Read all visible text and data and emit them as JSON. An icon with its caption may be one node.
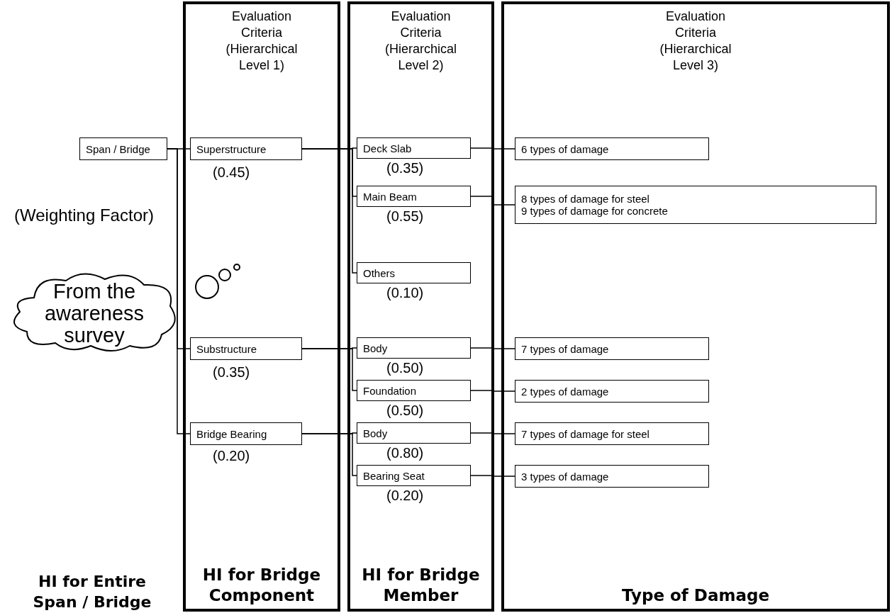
{
  "diagram": {
    "nodes": [
      {
        "text": [
          "Span / Bridge"
        ]
      },
      {
        "text": [
          "Evaluation Criteria (Hierarchical Level 1)",
          "HI for Bridge Component"
        ]
      },
      {
        "text": [
          "Superstructure"
        ],
        "in": 1,
        "beside": [
          "(0.45)"
        ]
      },
      {
        "text": [
          "Substructure"
        ],
        "in": 1,
        "beside": [
          "(0.35)"
        ]
      },
      {
        "text": [
          "Bridge Bearing"
        ],
        "in": 1,
        "beside": [
          "(0.20)"
        ]
      },
      {
        "text": [
          "Evaluation Criteria (Hierarchical Level 2)",
          "HI for Bridge Member"
        ]
      },
      {
        "text": [
          "Deck Slab"
        ],
        "in": 5,
        "beside": [
          "(0.35)"
        ]
      },
      {
        "text": [
          "Main Beam"
        ],
        "in": 5,
        "beside": [
          "(0.55)"
        ]
      },
      {
        "text": [
          "Others"
        ],
        "in": 5,
        "beside": [
          "(0.10)"
        ]
      },
      {
        "text": [
          "Body"
        ],
        "in": 5,
        "beside": [
          "(0.50)"
        ]
      },
      {
        "text": [
          "Foundation"
        ],
        "in": 5,
        "beside": [
          "(0.50)"
        ]
      },
      {
        "text": [
          "Body"
        ],
        "in": 5,
        "beside": [
          "(0.80)"
        ]
      },
      {
        "text": [
          "Bearing Seat"
        ],
        "in": 5,
        "beside": [
          "(0.20)"
        ]
      },
      {
        "text": [
          "Evaluation Criteria (Hierarchical Level 3)",
          "Type of Damage"
        ]
      },
      {
        "text": [
          "6 types of damage"
        ],
        "in": 13
      },
      {
        "text": [
          "8 types of damage for steel",
          "9 types of damage for concrete"
        ],
        "in": 13
      },
      {
        "text": [
          "7 types of damage"
        ],
        "in": 13
      },
      {
        "text": [
          "2 types of damage"
        ],
        "in": 13
      },
      {
        "text": [
          "7 types of damage for steel"
        ],
        "in": 13
      },
      {
        "text": [
          "3 types of damage"
        ],
        "in": 13
      },
      {
        "text": [
          "From the awareness survey"
        ]
      }
    ],
    "edges": [
      {
        "from": 0,
        "to": 2,
        "arrow": "none"
      },
      {
        "from": 0,
        "to": 3,
        "arrow": "none"
      },
      {
        "from": 0,
        "to": 4,
        "arrow": "none"
      },
      {
        "from": 2,
        "to": 6,
        "arrow": "none"
      },
      {
        "from": 2,
        "to": 7,
        "arrow": "none"
      },
      {
        "from": 2,
        "to": 8,
        "arrow": "none"
      },
      {
        "from": 3,
        "to": 9,
        "arrow": "none"
      },
      {
        "from": 3,
        "to": 10,
        "arrow": "none"
      },
      {
        "from": 4,
        "to": 11,
        "arrow": "none"
      },
      {
        "from": 4,
        "to": 12,
        "arrow": "none"
      },
      {
        "from": 6,
        "to": 14,
        "arrow": "none"
      },
      {
        "from": 7,
        "to": 15,
        "arrow": "none"
      },
      {
        "from": 9,
        "to": 16,
        "arrow": "none"
      },
      {
        "from": 10,
        "to": 17,
        "arrow": "none"
      },
      {
        "from": 11,
        "to": 18,
        "arrow": "none"
      },
      {
        "from": 12,
        "to": 19,
        "arrow": "none"
      }
    ],
    "labels": [
      "(Weighting Factor)",
      "HI for Entire Span / Bridge"
    ]
  }
}
